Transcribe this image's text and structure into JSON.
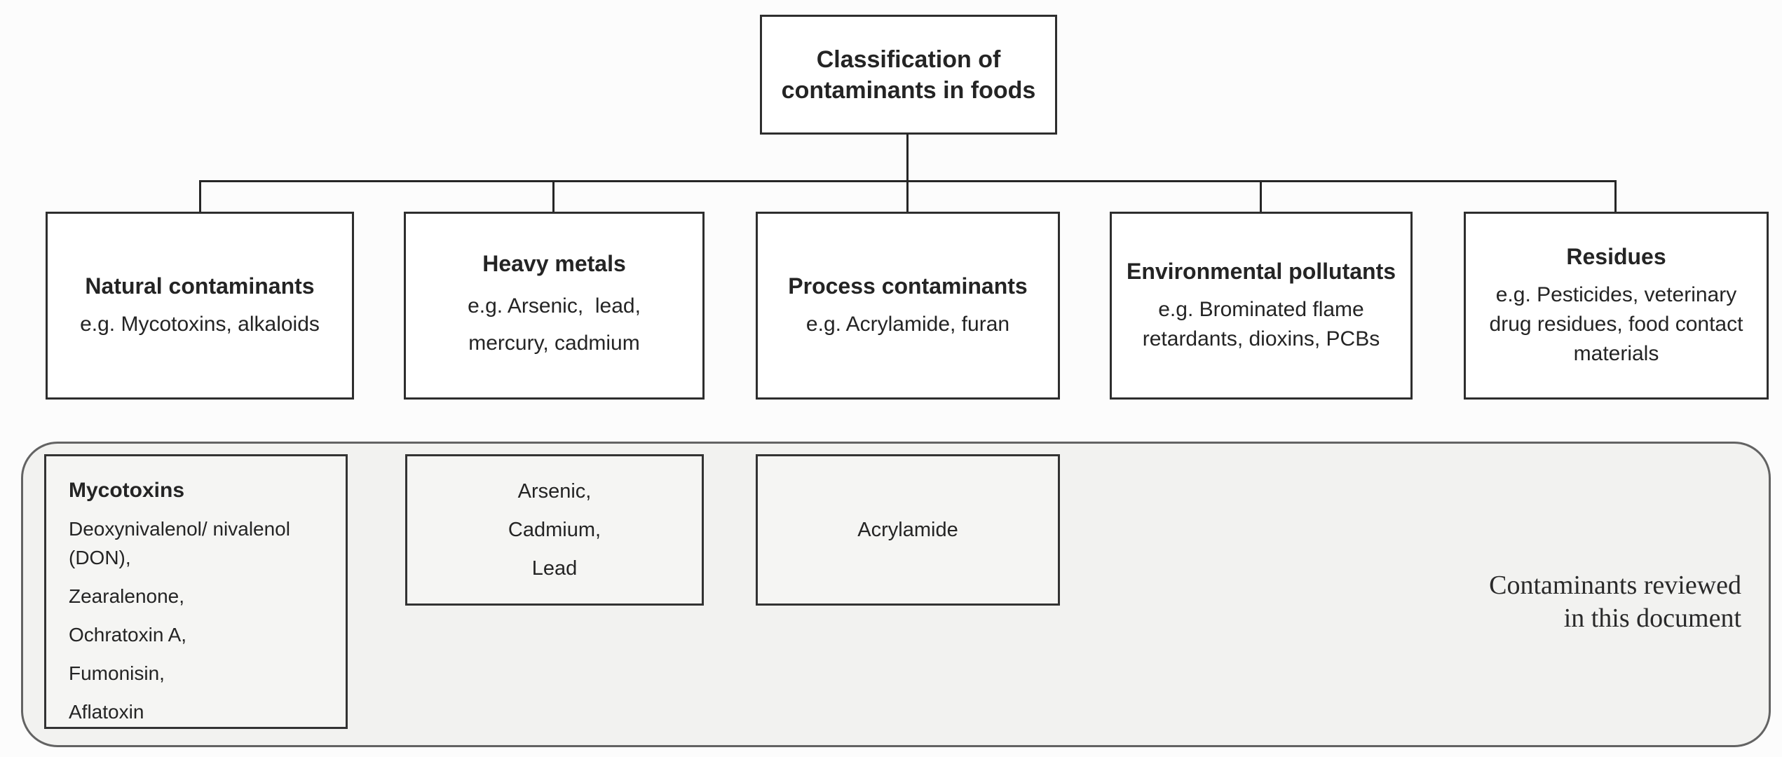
{
  "colors": {
    "ink": "#262626",
    "box_border": "#2e2e2e",
    "panel_fill": "#f2f2f0",
    "panel_border": "#636363"
  },
  "root_box": {
    "line1": "Classification of",
    "line2": "contaminants in foods"
  },
  "categories": [
    {
      "name": "Natural contaminants",
      "examples": [
        "e.g. Mycotoxins, alkaloids"
      ]
    },
    {
      "name": "Heavy metals",
      "examples": [
        "e.g. Arsenic,  lead,",
        "mercury, cadmium"
      ]
    },
    {
      "name": "Process contaminants",
      "examples": [
        "e.g. Acrylamide, furan"
      ]
    },
    {
      "name": "Environmental pollutants",
      "examples": [
        "e.g. Brominated flame",
        "retardants, dioxins, PCBs"
      ]
    },
    {
      "name": "Residues",
      "examples": [
        "e.g. Pesticides, veterinary",
        "drug residues, food contact",
        "materials"
      ]
    }
  ],
  "reviewed_panel": {
    "mycotoxins_box": {
      "title": "Mycotoxins",
      "items": [
        "Deoxynivalenol/ nivalenol (DON),",
        "Zearalenone,",
        "Ochratoxin A,",
        "Fumonisin,",
        "Aflatoxin"
      ]
    },
    "heavy_metals_box": {
      "items": [
        "Arsenic,",
        "Cadmium,",
        "Lead"
      ]
    },
    "process_box": {
      "items": [
        "Acrylamide"
      ]
    },
    "caption": {
      "line1": "Contaminants reviewed",
      "line2": "in this document"
    }
  }
}
